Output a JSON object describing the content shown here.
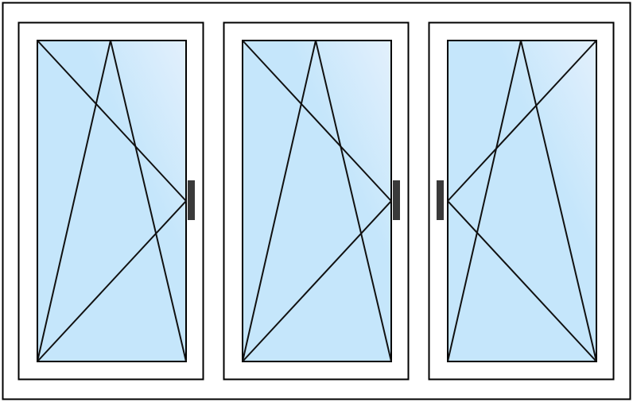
{
  "colors": {
    "frame_stroke": "#000000",
    "frame_fill": "#ffffff",
    "glass_light": "#e3f0fc",
    "glass_base": "#c5e6fb",
    "handle": "#3a3a3a",
    "opening_lines": "#111111"
  },
  "window": {
    "sash_count": 3,
    "sashes": [
      {
        "name": "sash-left",
        "opening": "tilt-and-turn",
        "hinge_side": "left",
        "handle_side": "right",
        "icon": "window-handle-icon"
      },
      {
        "name": "sash-middle",
        "opening": "tilt-and-turn",
        "hinge_side": "left",
        "handle_side": "right",
        "icon": "window-handle-icon"
      },
      {
        "name": "sash-right",
        "opening": "tilt-and-turn",
        "hinge_side": "right",
        "handle_side": "left",
        "icon": "window-handle-icon"
      }
    ]
  }
}
